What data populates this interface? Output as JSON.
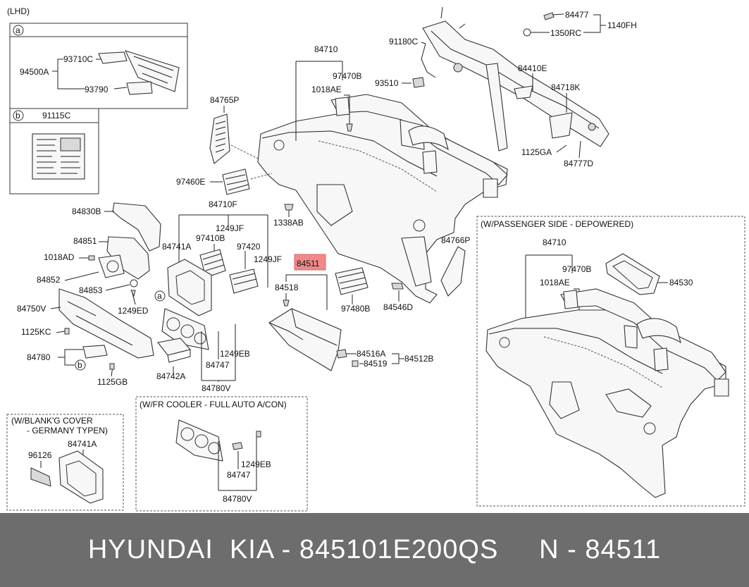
{
  "diagram": {
    "header_label": "(LHD)",
    "callouts": [
      {
        "id": "a",
        "text": "a"
      },
      {
        "id": "b",
        "text": "b"
      }
    ],
    "labels": {
      "p84477": "84477",
      "p1140FH": "1140FH",
      "p1350RC": "1350RC",
      "p84710": "84710",
      "p91180C": "91180C",
      "p97470B": "97470B",
      "p1018AE": "1018AE",
      "p93510": "93510",
      "p84410E": "84410E",
      "p84718K": "84718K",
      "p1125GA": "1125GA",
      "p84777D": "84777D",
      "p84765P": "84765P",
      "p97460E": "97460E",
      "p84710F": "84710F",
      "p1249JF": "1249JF",
      "p84741A": "84741A",
      "p97410B": "97410B",
      "p97420": "97420",
      "p1249JF2": "1249JF",
      "p1338AB": "1338AB",
      "p84766P": "84766P",
      "p84511": "84511",
      "p84518": "84518",
      "p97480B": "97480B",
      "p84546D": "84546D",
      "p84516A": "84516A",
      "p84519": "84519",
      "p84512B": "84512B",
      "p84830B": "84830B",
      "p84851": "84851",
      "p1018AD": "1018AD",
      "p84852": "84852",
      "p84853": "84853",
      "p1249ED": "1249ED",
      "p84750V": "84750V",
      "p1125KC": "1125KC",
      "p84780": "84780",
      "p1125GB": "1125GB",
      "p1249EB": "1249EB",
      "p84747": "84747",
      "p84742A": "84742A",
      "p84780V": "84780V",
      "p94500A": "94500A",
      "p93710C": "93710C",
      "p93790": "93790",
      "p91115C": "91115C"
    },
    "fr_cooler": {
      "title": "(W/FR COOLER - FULL AUTO A/CON)",
      "p1249EB": "1249EB",
      "p84747": "84747",
      "p84780V": "84780V"
    },
    "blanking": {
      "title1": "(W/BLANK'G COVER",
      "title2": "- GERMANY TYPEN)",
      "p96126": "96126",
      "p84741A": "84741A"
    },
    "passenger": {
      "title": "(W/PASSENGER SIDE - DEPOWERED)",
      "p84710": "84710",
      "p97470B": "97470B",
      "p1018AE": "1018AE",
      "p84530": "84530"
    },
    "highlight_color": "#f08a8a"
  },
  "footer": {
    "text": "HYUNDAI  KIA - 845101E200QS     N - 84511"
  }
}
